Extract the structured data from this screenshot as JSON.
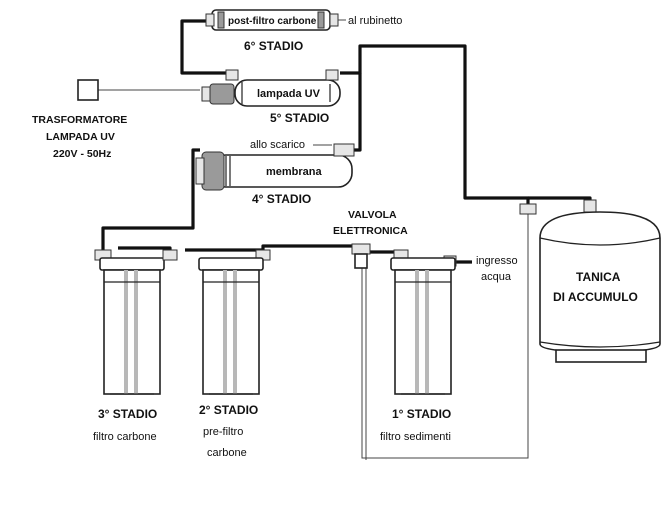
{
  "labels": {
    "post_filtro_carbone": "post-filtro carbone",
    "al_rubinetto": "al rubinetto",
    "stadio_6": "6° STADIO",
    "lampada_uv": "lampada UV",
    "stadio_5": "5° STADIO",
    "trasformatore_line1": "TRASFORMATORE",
    "trasformatore_line2": "LAMPADA UV",
    "trasformatore_line3": "220V - 50Hz",
    "allo_scarico": "allo scarico",
    "membrana": "membrana",
    "stadio_4": "4° STADIO",
    "valvola_line1": "VALVOLA",
    "valvola_line2": "ELETTRONICA",
    "ingresso_line1": "ingresso",
    "ingresso_line2": "acqua",
    "tanica_line1": "TANICA",
    "tanica_line2": "DI ACCUMULO",
    "stadio_3": "3° STADIO",
    "filtro_carbone": "filtro carbone",
    "stadio_2": "2° STADIO",
    "pre_filtro": "pre-filtro",
    "carbone": "carbone",
    "stadio_1": "1° STADIO",
    "filtro_sedimenti": "filtro sedimenti"
  }
}
